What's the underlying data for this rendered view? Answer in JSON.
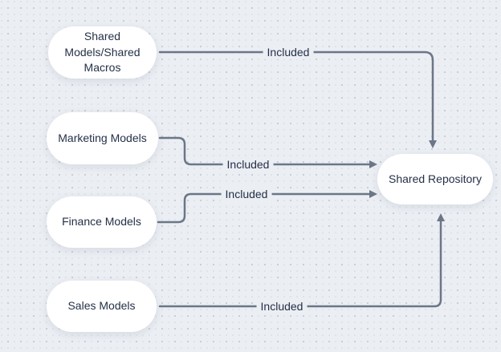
{
  "diagram": {
    "colors": {
      "background": "#ebeef3",
      "dot_grid": "#c7ced7",
      "node_fill": "#ffffff",
      "connector": "#6b7687",
      "text": "#243047"
    },
    "nodes": [
      {
        "id": "shared-models-shared-macros",
        "label": "Shared Models/Shared Macros"
      },
      {
        "id": "marketing-models",
        "label": "Marketing Models"
      },
      {
        "id": "finance-models",
        "label": "Finance Models"
      },
      {
        "id": "sales-models",
        "label": "Sales Models"
      },
      {
        "id": "shared-repository",
        "label": "Shared Repository"
      }
    ],
    "edges": [
      {
        "from": "shared-models-shared-macros",
        "to": "shared-repository",
        "label": "Included"
      },
      {
        "from": "marketing-models",
        "to": "shared-repository",
        "label": "Included"
      },
      {
        "from": "finance-models",
        "to": "shared-repository",
        "label": "Included"
      },
      {
        "from": "sales-models",
        "to": "shared-repository",
        "label": "Included"
      }
    ]
  }
}
